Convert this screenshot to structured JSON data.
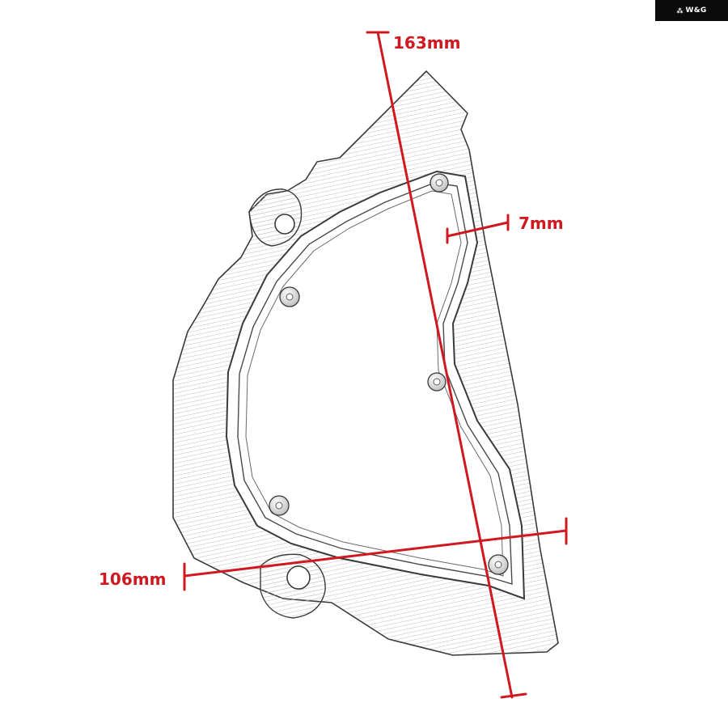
{
  "brand": {
    "mark": "⁂",
    "name": "W&G"
  },
  "dimensions": {
    "length": "163mm",
    "width": "106mm",
    "thickness": "7mm"
  },
  "colors": {
    "measure": "#d01820",
    "outline": "#3a3a3a",
    "hatch": "#c8c8c8",
    "badge": "#0b0b0b"
  }
}
